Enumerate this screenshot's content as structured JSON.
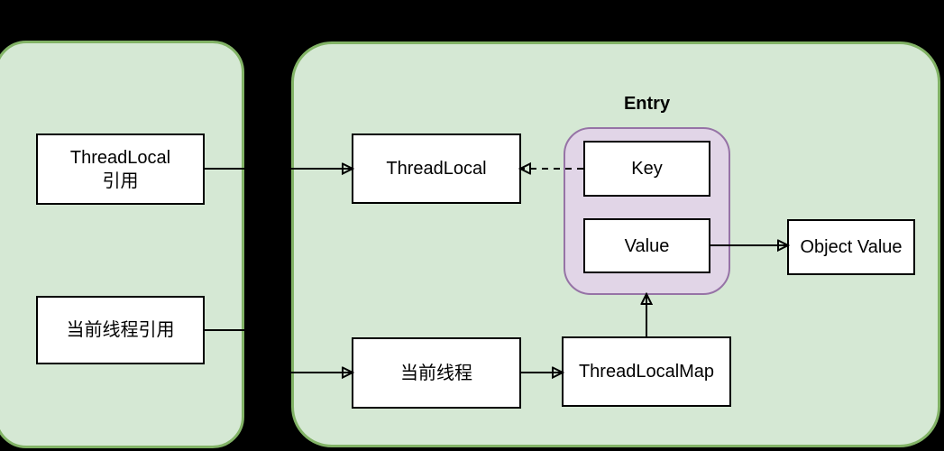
{
  "diagram_type": "ThreadLocal memory reference diagram",
  "colors": {
    "background": "#000000",
    "container_fill": "#d5e8d4",
    "container_stroke": "#82b366",
    "entry_fill": "#e1d5e7",
    "entry_stroke": "#9673a6",
    "node_fill": "#ffffff",
    "node_stroke": "#000000",
    "text": "#000000"
  },
  "entry": {
    "label": "Entry"
  },
  "nodes": {
    "threadlocal_ref": {
      "line1": "ThreadLocal",
      "line2": "引用"
    },
    "current_thread_ref": {
      "label": "当前线程引用"
    },
    "threadlocal": {
      "label": "ThreadLocal"
    },
    "current_thread": {
      "label": "当前线程"
    },
    "threadlocalmap": {
      "label": "ThreadLocalMap"
    },
    "key": {
      "label": "Key"
    },
    "value": {
      "label": "Value"
    },
    "object_value": {
      "label": "Object Value"
    }
  },
  "connections": [
    {
      "from": "threadlocal_ref",
      "to": "threadlocal",
      "style": "solid-arrow"
    },
    {
      "from": "current_thread_ref",
      "to": "current_thread",
      "style": "solid-arrow"
    },
    {
      "from": "key",
      "to": "threadlocal",
      "style": "dashed-arrow"
    },
    {
      "from": "value",
      "to": "object_value",
      "style": "solid-arrow"
    },
    {
      "from": "current_thread",
      "to": "threadlocalmap",
      "style": "solid-arrow"
    },
    {
      "from": "threadlocalmap",
      "to": "entry",
      "style": "solid-arrow"
    }
  ]
}
